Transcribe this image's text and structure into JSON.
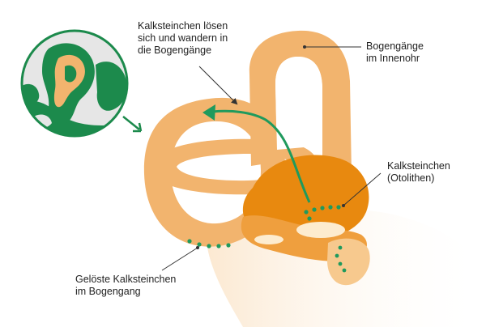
{
  "labels": {
    "stones_migrate": "Kalksteinchen lösen\nsich und wandern in\ndie Bogengänge",
    "semicircular_canals": "Bogengänge\nim Innenohr",
    "otoliths": "Kalksteinchen\n(Otolithen)",
    "loose_stones": "Gelöste Kalksteinchen\nim Bogengang"
  },
  "colors": {
    "canal_light": "#f2b46e",
    "canal_inner_shade": "#f7c98e",
    "vestibule_dark": "#e8890f",
    "vestibule_mid": "#ef9f3e",
    "hole_fill": "#fdeccf",
    "fade_bone": "#fbe6cc",
    "stone_green": "#1f9a5d",
    "ear_green": "#1c8a4c",
    "inset_gray": "#e6e6e6",
    "leader_line": "#333333",
    "text": "#222222"
  }
}
